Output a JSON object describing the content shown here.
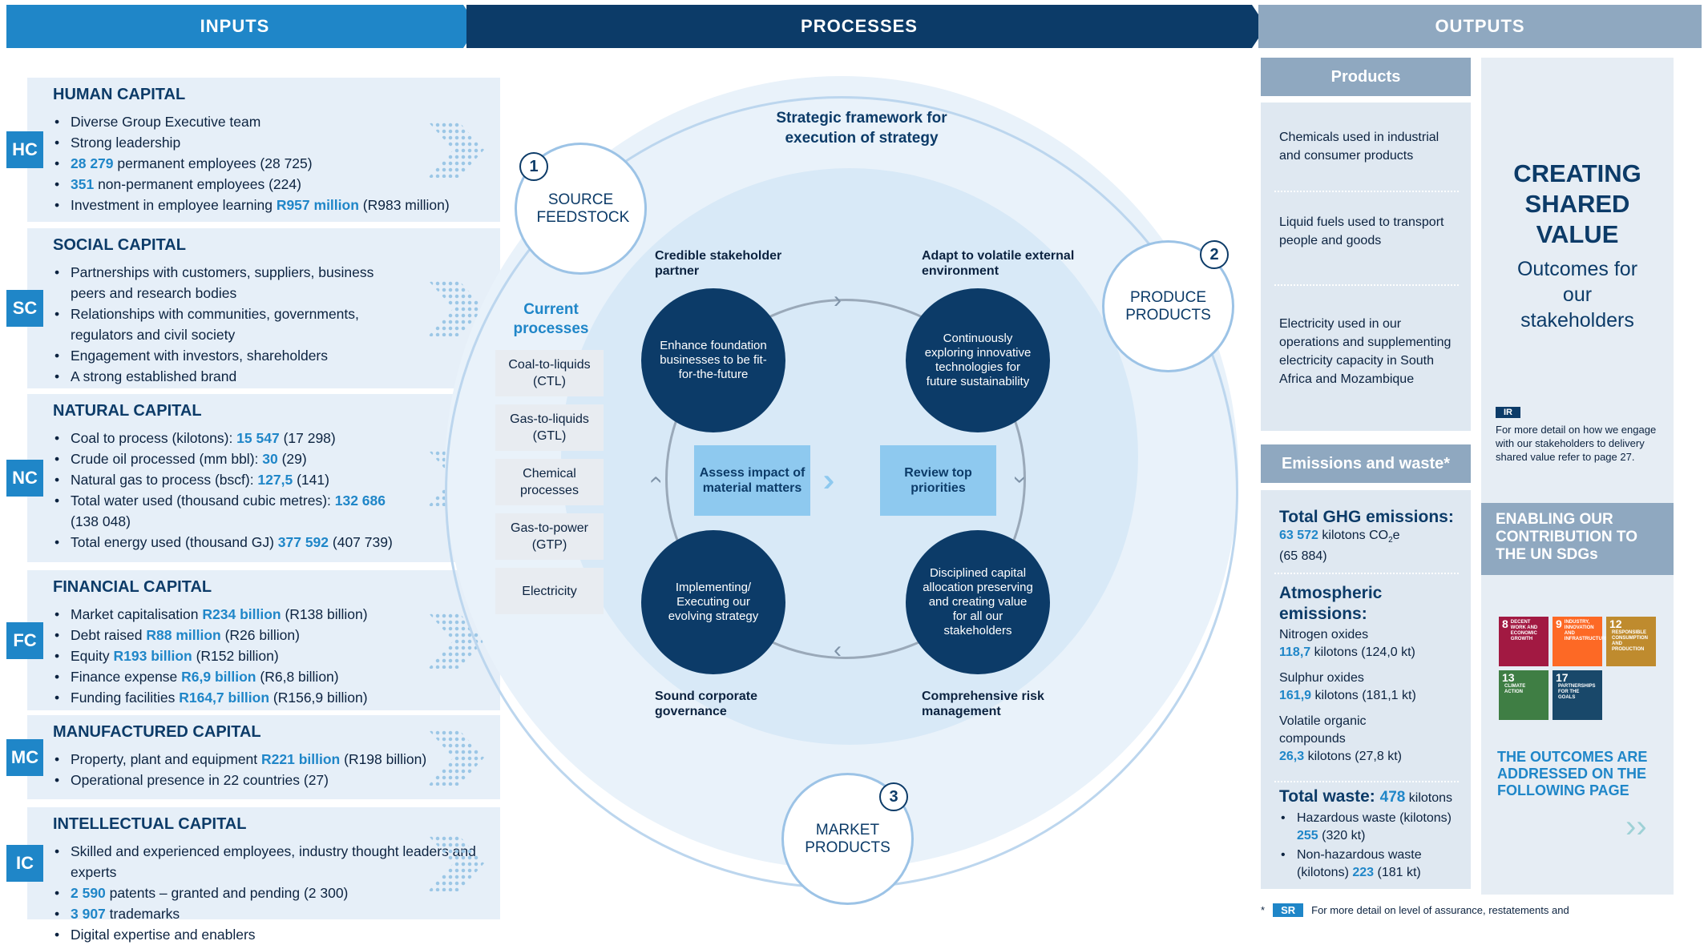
{
  "header": {
    "inputs": "INPUTS",
    "processes": "PROCESSES",
    "outputs": "OUTPUTS"
  },
  "capitals": [
    {
      "badge": "HC",
      "title": "HUMAN CAPITAL",
      "items": [
        [
          {
            "t": "Diverse Group Executive team"
          }
        ],
        [
          {
            "t": "Strong leadership"
          }
        ],
        [
          {
            "t": "28 279",
            "b": 1
          },
          {
            "t": " permanent employees (28 725)"
          }
        ],
        [
          {
            "t": "351",
            "b": 1
          },
          {
            "t": " non-permanent employees (224)"
          }
        ],
        [
          {
            "t": "Investment in employee learning "
          },
          {
            "t": "R957 million",
            "b": 1
          },
          {
            "t": " (R983 million)"
          }
        ]
      ]
    },
    {
      "badge": "SC",
      "title": "SOCIAL CAPITAL",
      "items": [
        [
          {
            "t": "Partnerships with customers, suppliers, business peers and research bodies"
          }
        ],
        [
          {
            "t": "Relationships with communities, governments, regulators and civil society"
          }
        ],
        [
          {
            "t": "Engagement with investors, shareholders"
          }
        ],
        [
          {
            "t": "A strong established brand"
          }
        ]
      ]
    },
    {
      "badge": "NC",
      "title": "NATURAL CAPITAL",
      "items": [
        [
          {
            "t": "Coal to process (kilotons): "
          },
          {
            "t": "15 547",
            "b": 1
          },
          {
            "t": " (17 298)"
          }
        ],
        [
          {
            "t": "Crude oil processed (mm bbl): "
          },
          {
            "t": "30",
            "b": 1
          },
          {
            "t": " (29)"
          }
        ],
        [
          {
            "t": "Natural gas to process (bscf): "
          },
          {
            "t": "127,5",
            "b": 1
          },
          {
            "t": " (141)"
          }
        ],
        [
          {
            "t": "Total water used (thousand cubic metres): "
          },
          {
            "t": "132 686",
            "b": 1
          },
          {
            "t": " (138 048)"
          }
        ],
        [
          {
            "t": "Total energy used (thousand GJ) "
          },
          {
            "t": "377 592",
            "b": 1
          },
          {
            "t": " (407 739)"
          }
        ]
      ]
    },
    {
      "badge": "FC",
      "title": "FINANCIAL CAPITAL",
      "items": [
        [
          {
            "t": "Market capitalisation "
          },
          {
            "t": "R234 billion",
            "b": 1
          },
          {
            "t": " (R138 billion)"
          }
        ],
        [
          {
            "t": "Debt raised "
          },
          {
            "t": "R88 million",
            "b": 1
          },
          {
            "t": " (R26 billion)"
          }
        ],
        [
          {
            "t": "Equity "
          },
          {
            "t": "R193 billion",
            "b": 1
          },
          {
            "t": " (R152 billion)"
          }
        ],
        [
          {
            "t": "Finance expense "
          },
          {
            "t": "R6,9 billion",
            "b": 1
          },
          {
            "t": " (R6,8 billion)"
          }
        ],
        [
          {
            "t": "Funding facilities "
          },
          {
            "t": "R164,7 billion",
            "b": 1
          },
          {
            "t": " (R156,9 billion)"
          }
        ]
      ]
    },
    {
      "badge": "MC",
      "title": "MANUFACTURED CAPITAL",
      "items": [
        [
          {
            "t": "Property, plant and equipment "
          },
          {
            "t": "R221 billion",
            "b": 1
          },
          {
            "t": " (R198 billion)"
          }
        ],
        [
          {
            "t": "Operational presence in 22 countries (27)"
          }
        ]
      ]
    },
    {
      "badge": "IC",
      "title": "INTELLECTUAL CAPITAL",
      "items": [
        [
          {
            "t": "Skilled and experienced employees, industry thought leaders and experts"
          }
        ],
        [
          {
            "t": "2 590",
            "b": 1
          },
          {
            "t": " patents – granted and pending (2 300)"
          }
        ],
        [
          {
            "t": "3 907",
            "b": 1
          },
          {
            "t": " trademarks"
          }
        ],
        [
          {
            "t": "Digital expertise and enablers"
          }
        ]
      ]
    }
  ],
  "process": {
    "framework_title": "Strategic framework for execution of strategy",
    "source": "SOURCE FEEDSTOCK",
    "source_num": "1",
    "produce": "PRODUCE PRODUCTS",
    "produce_num": "2",
    "market": "MARKET PRODUCTS",
    "market_num": "3",
    "current_title": "Current processes",
    "current": [
      "Coal-to-liquids (CTL)",
      "Gas-to-liquids (GTL)",
      "Chemical processes",
      "Gas-to-power (GTP)",
      "Electricity"
    ],
    "labels": {
      "tl": "Credible stakeholder partner",
      "tr": "Adapt to volatile external environment",
      "bl": "Sound corporate governance",
      "br": "Comprehensive risk management"
    },
    "circles": {
      "tl": "Enhance foundation businesses to be fit-for-the-future",
      "tr": "Continuously exploring innovative technologies for future sustainability",
      "bl": "Implementing/ Executing our evolving strategy",
      "br": "Disciplined capital allocation preserving and creating value for all our stakeholders"
    },
    "assess": "Assess impact of material matters",
    "review": "Review top priorities"
  },
  "outputs": {
    "products_title": "Products",
    "products": [
      "Chemicals used in industrial and consumer products",
      "Liquid fuels used to transport people and goods",
      "Electricity used in our operations and supplementing electricity capacity in South Africa and Mozambique"
    ],
    "emissions_title": "Emissions and waste*",
    "ghg_label": "Total GHG emissions:",
    "ghg_value": "63 572",
    "ghg_unit": " kilotons CO",
    "ghg_sub": "2",
    "ghg_tail": "e",
    "ghg_prev": "(65 884)",
    "atm_label": "Atmospheric emissions:",
    "nox_label": "Nitrogen oxides",
    "nox_value": "118,7",
    "nox_rest": " kilotons (124,0 kt)",
    "sox_label": "Sulphur oxides",
    "sox_value": "161,9",
    "sox_rest": " kilotons (181,1 kt)",
    "voc_label": "Volatile organic compounds",
    "voc_value": "26,3",
    "voc_rest": " kilotons (27,8 kt)",
    "waste_label": "Total waste: ",
    "waste_value": "478",
    "waste_unit": " kilotons",
    "haz_label": "Hazardous waste (kilotons) ",
    "haz_value": "255",
    "haz_rest": " (320 kt)",
    "nonhaz_label": "Non-hazardous waste (kilotons) ",
    "nonhaz_value": "223",
    "nonhaz_rest": " (181 kt)",
    "footnote_star": "*",
    "footnote_tag": "SR",
    "footnote": "For more detail on level of assurance, restatements and"
  },
  "shared": {
    "title": "CREATING SHARED VALUE",
    "subtitle": "Outcomes for our stakeholders",
    "ir_tag": "IR",
    "ir_text": "For more detail on how we engage with our stakeholders to delivery shared value refer to page 27.",
    "sdg_title": "ENABLING OUR CONTRIBUTION TO THE UN SDGs",
    "sdgs": [
      {
        "n": "8",
        "t": "DECENT WORK AND ECONOMIC GROWTH",
        "c": "#a21942"
      },
      {
        "n": "9",
        "t": "INDUSTRY, INNOVATION AND INFRASTRUCTURE",
        "c": "#fd6925"
      },
      {
        "n": "12",
        "t": "RESPONSIBLE CONSUMPTION AND PRODUCTION",
        "c": "#bf8b2e"
      },
      {
        "n": "13",
        "t": "CLIMATE ACTION",
        "c": "#3f7e44"
      },
      {
        "n": "17",
        "t": "PARTNERSHIPS FOR THE GOALS",
        "c": "#19486a"
      }
    ],
    "outcomes": "THE OUTCOMES ARE ADDRESSED ON THE FOLLOWING PAGE"
  },
  "colors": {
    "blue": "#1f86c8",
    "navy": "#0c3b68",
    "grey": "#8fa8c0"
  }
}
